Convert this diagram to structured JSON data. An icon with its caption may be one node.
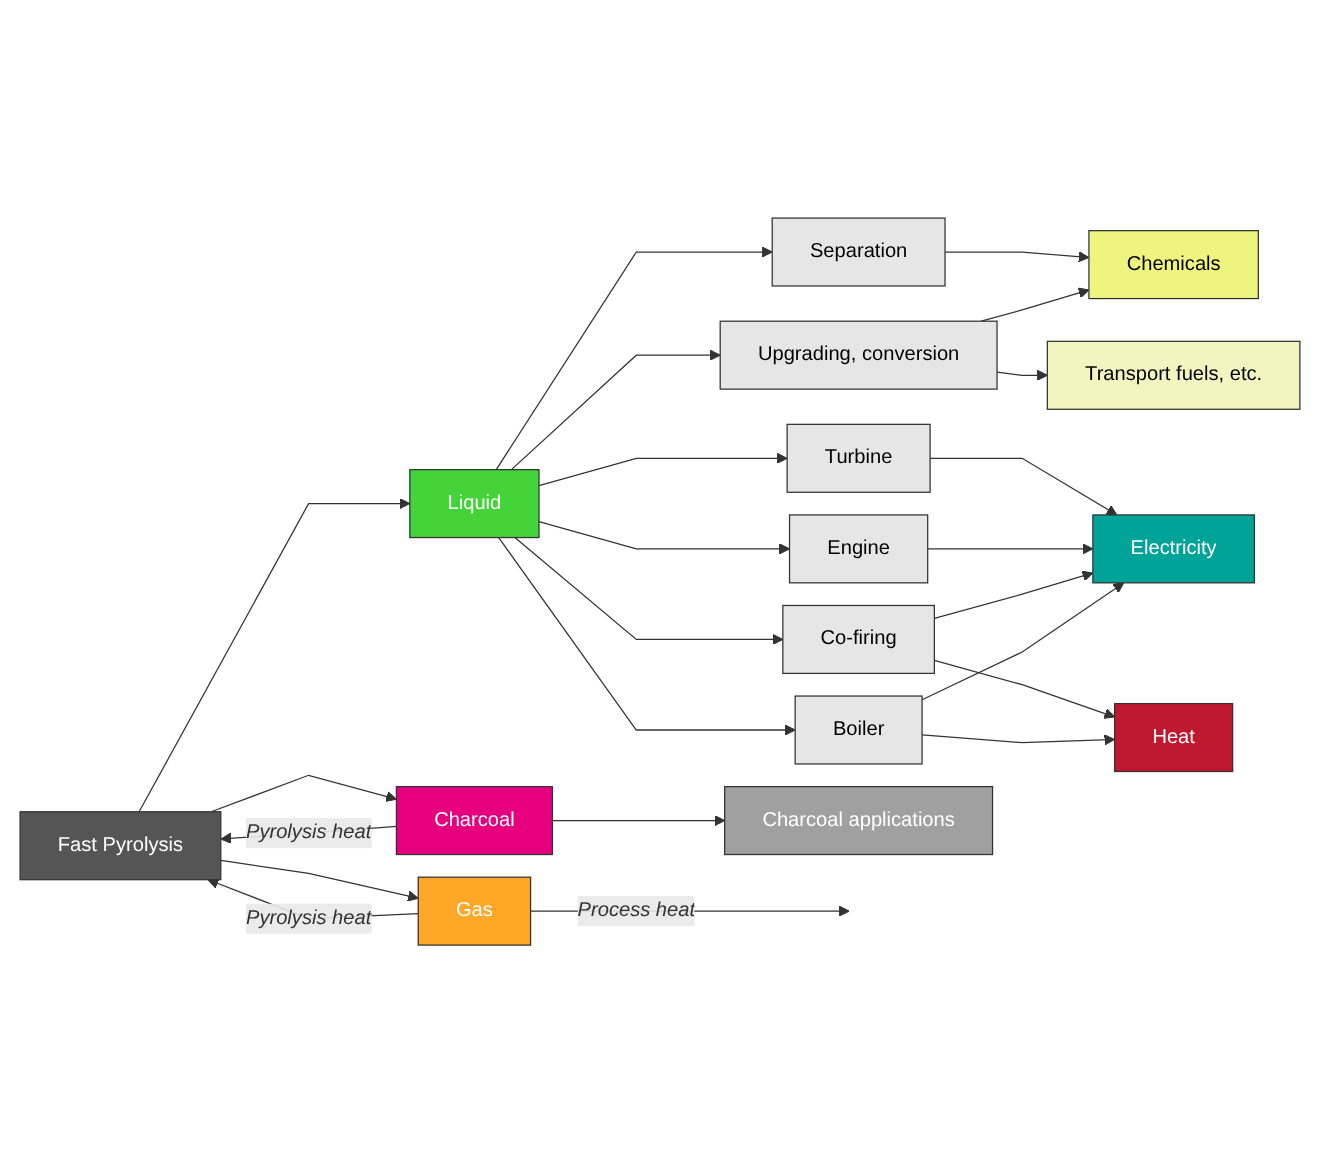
{
  "diagram": {
    "nodes": [
      {
        "text": [
          "Fast Pyrolysis"
        ]
      },
      {
        "text": [
          "Gas"
        ]
      },
      {
        "text": [
          "Liquid"
        ]
      },
      {
        "text": [
          "Charcoal"
        ]
      },
      {
        "text": [
          "Separation"
        ]
      },
      {
        "text": [
          "Upgrading, conversion"
        ]
      },
      {
        "text": [
          "Turbine"
        ]
      },
      {
        "text": [
          "Engine"
        ]
      },
      {
        "text": [
          "Co-firing"
        ]
      },
      {
        "text": [
          "Boiler"
        ]
      },
      {
        "text": [
          "Chemicals"
        ]
      },
      {
        "text": [
          "Transport fuels, etc."
        ]
      },
      {
        "text": [
          "Electricity"
        ]
      },
      {
        "text": [
          "Heat"
        ]
      },
      {
        "text": [
          "Charcoal applications"
        ]
      }
    ],
    "edges": [
      {
        "from": 0,
        "to": 1,
        "arrow": "to"
      },
      {
        "from": 0,
        "to": 2,
        "arrow": "to"
      },
      {
        "from": 0,
        "to": 3,
        "arrow": "to"
      },
      {
        "from": 1,
        "to": null,
        "arrow": "to",
        "label": "Process heat"
      },
      {
        "from": 1,
        "to": 0,
        "arrow": "to",
        "label": "Pyrolysis heat"
      },
      {
        "from": 2,
        "to": 4,
        "arrow": "to"
      },
      {
        "from": 2,
        "to": 5,
        "arrow": "to"
      },
      {
        "from": 2,
        "to": 6,
        "arrow": "to"
      },
      {
        "from": 2,
        "to": 7,
        "arrow": "to"
      },
      {
        "from": 2,
        "to": 8,
        "arrow": "to"
      },
      {
        "from": 2,
        "to": 9,
        "arrow": "to"
      },
      {
        "from": 4,
        "to": 10,
        "arrow": "to"
      },
      {
        "from": 5,
        "to": 11,
        "arrow": "to"
      },
      {
        "from": 5,
        "to": 10,
        "arrow": "to"
      },
      {
        "from": 6,
        "to": 12,
        "arrow": "to"
      },
      {
        "from": 7,
        "to": 12,
        "arrow": "to"
      },
      {
        "from": 8,
        "to": 12,
        "arrow": "to"
      },
      {
        "from": 9,
        "to": 12,
        "arrow": "to"
      },
      {
        "from": 8,
        "to": 13,
        "arrow": "to"
      },
      {
        "from": 9,
        "to": 13,
        "arrow": "to"
      },
      {
        "from": 3,
        "to": 0,
        "arrow": "to",
        "label": "Pyrolysis heat"
      },
      {
        "from": 3,
        "to": 14,
        "arrow": "to"
      }
    ]
  }
}
